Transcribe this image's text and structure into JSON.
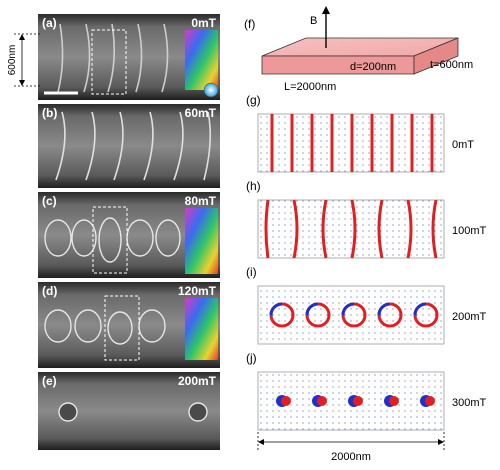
{
  "left_panels": [
    {
      "label": "(a)",
      "field": "0mT"
    },
    {
      "label": "(b)",
      "field": "60mT"
    },
    {
      "label": "(c)",
      "field": "80mT"
    },
    {
      "label": "(d)",
      "field": "120mT"
    },
    {
      "label": "(e)",
      "field": "200mT"
    }
  ],
  "scale_label": "600nm",
  "schematic": {
    "label": "(f)",
    "field_axis": "B",
    "thickness": "d=200nm",
    "length": "L=2000nm",
    "width": "t=600nm"
  },
  "right_panels": [
    {
      "label": "(g)",
      "field": "0mT"
    },
    {
      "label": "(h)",
      "field": "100mT"
    },
    {
      "label": "(i)",
      "field": "200mT"
    },
    {
      "label": "(j)",
      "field": "300mT"
    }
  ],
  "bottom_dimension": "2000nm",
  "colors": {
    "domain_wall_red": "#e02020",
    "skyrmion_blue": "#2030d0",
    "arrow_grid": "#5566bb"
  }
}
